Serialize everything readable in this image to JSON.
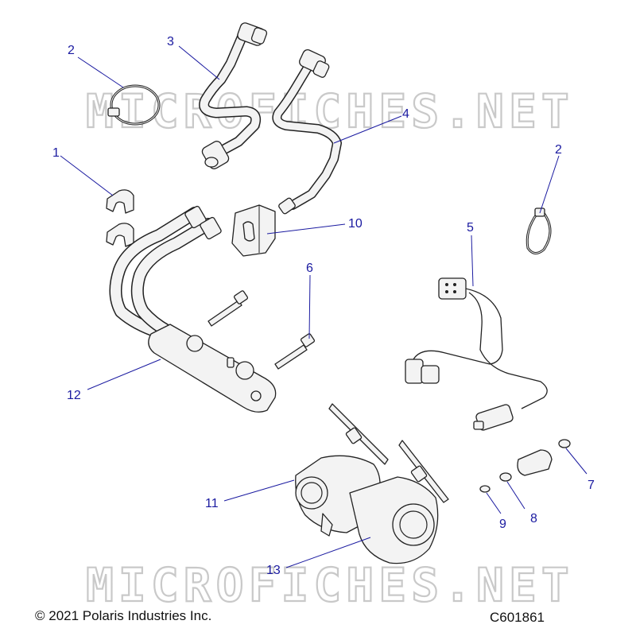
{
  "watermark": "MICROFICHES.NET",
  "copyright": "© 2021 Polaris Industries Inc.",
  "drawing_code": "C601861",
  "callouts": {
    "c1": "1",
    "c2a": "2",
    "c2b": "2",
    "c3": "3",
    "c4": "4",
    "c5": "5",
    "c6": "6",
    "c7": "7",
    "c8": "8",
    "c9": "9",
    "c10": "10",
    "c11": "11",
    "c12": "12",
    "c13": "13"
  }
}
